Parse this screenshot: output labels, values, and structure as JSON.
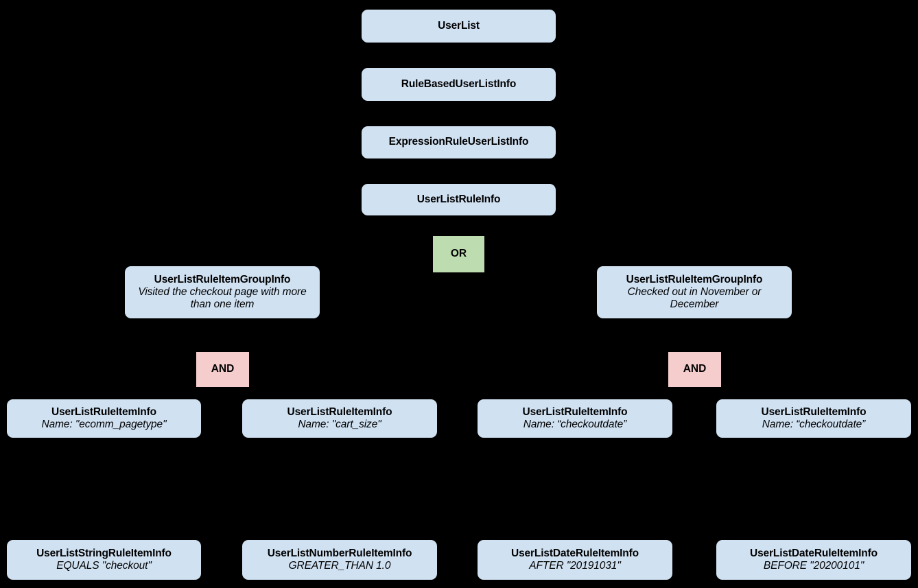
{
  "diagram": {
    "type": "class-hierarchy-tree",
    "background_color": "#000000",
    "class_node_color": "#d0e1f2",
    "or_node_color": "#bddcb0",
    "and_node_color": "#f5cdcd",
    "text_color": "#000000",
    "edge_color": "#000000"
  },
  "nodes": {
    "root": {
      "title": "UserList"
    },
    "level2": {
      "title": "RuleBasedUserListInfo"
    },
    "level3": {
      "title": "ExpressionRuleUserListInfo"
    },
    "level4": {
      "title": "UserListRuleInfo"
    },
    "or_operator": {
      "label": "OR"
    },
    "group_left": {
      "title": "UserListRuleItemGroupInfo",
      "subtitle": "Visited the checkout page with more than one item"
    },
    "group_right": {
      "title": "UserListRuleItemGroupInfo",
      "subtitle": "Checked out in November or December"
    },
    "and_left": {
      "label": "AND"
    },
    "and_right": {
      "label": "AND"
    },
    "rule_items": [
      {
        "title": "UserListRuleItemInfo",
        "subtitle": "Name: \"ecomm_pagetype\""
      },
      {
        "title": "UserListRuleItemInfo",
        "subtitle": "Name: \"cart_size\""
      },
      {
        "title": "UserListRuleItemInfo",
        "subtitle": "Name: “checkoutdate”"
      },
      {
        "title": "UserListRuleItemInfo",
        "subtitle": "Name: “checkoutdate”"
      }
    ],
    "leaf_items": [
      {
        "title": "UserListStringRuleItemInfo",
        "subtitle": "EQUALS \"checkout\""
      },
      {
        "title": "UserListNumberRuleItemInfo",
        "subtitle": "GREATER_THAN 1.0"
      },
      {
        "title": "UserListDateRuleItemInfo",
        "subtitle": "AFTER \"20191031\""
      },
      {
        "title": "UserListDateRuleItemInfo",
        "subtitle": "BEFORE \"20200101\""
      }
    ]
  }
}
